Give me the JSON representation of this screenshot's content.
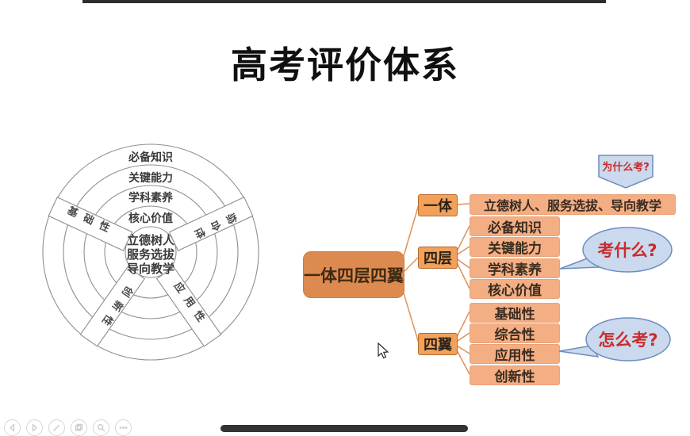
{
  "title": "高考评价体系",
  "circle_diagram": {
    "ring_labels": [
      "必备知识",
      "关键能力",
      "学科素养",
      "核心价值"
    ],
    "center_lines": [
      "立德树人",
      "服务选拔",
      "导向教学"
    ],
    "band_labels": [
      "基础性",
      "综合性",
      "创新性",
      "应用性"
    ]
  },
  "tree": {
    "root": "一体四层四翼",
    "branches": [
      {
        "label": "一体",
        "children": [
          "立德树人、服务选拔、导向教学"
        ]
      },
      {
        "label": "四层",
        "children": [
          "必备知识",
          "关键能力",
          "学科素养",
          "核心价值"
        ]
      },
      {
        "label": "四翼",
        "children": [
          "基础性",
          "综合性",
          "应用性",
          "创新性"
        ]
      }
    ]
  },
  "bubbles": {
    "why": "为什么考?",
    "what": "考什么?",
    "how": "怎么考?"
  },
  "colors": {
    "root_fill": "#dd8a50",
    "branch_fill": "#f1a159",
    "leaf_fill": "#f3ae83",
    "connector": "#de9257",
    "bubble_fill": "#cad9ed",
    "bubble_border": "#6c8ebf",
    "bubble_text": "#c92c2c"
  },
  "player_controls": [
    {
      "name": "previous"
    },
    {
      "name": "next"
    },
    {
      "name": "pen"
    },
    {
      "name": "slides"
    },
    {
      "name": "zoom"
    },
    {
      "name": "more"
    }
  ]
}
